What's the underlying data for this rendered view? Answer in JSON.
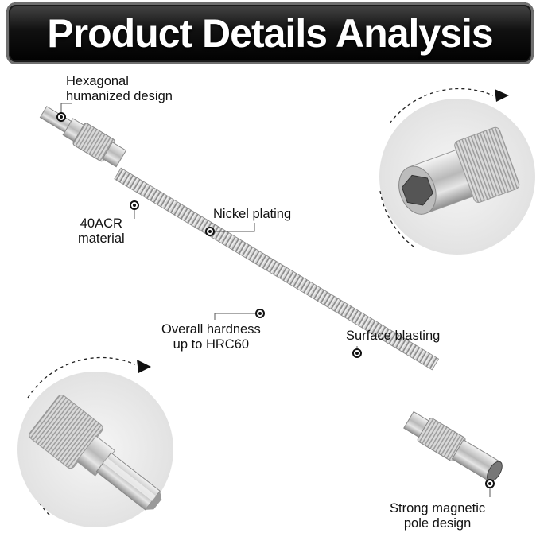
{
  "banner": {
    "title": "Product Details Analysis"
  },
  "callouts": {
    "hexagonal": [
      "Hexagonal",
      "humanized design"
    ],
    "material": [
      "40ACR",
      "material"
    ],
    "nickel": "Nickel plating",
    "hardness": [
      "Overall hardness",
      "up to HRC60"
    ],
    "blasting": "Surface blasting",
    "magnetic": [
      "Strong magnetic",
      "pole design"
    ]
  },
  "colors": {
    "banner": "#000000",
    "circle_bg": "#ededed",
    "metal": "#c8c8c8"
  }
}
